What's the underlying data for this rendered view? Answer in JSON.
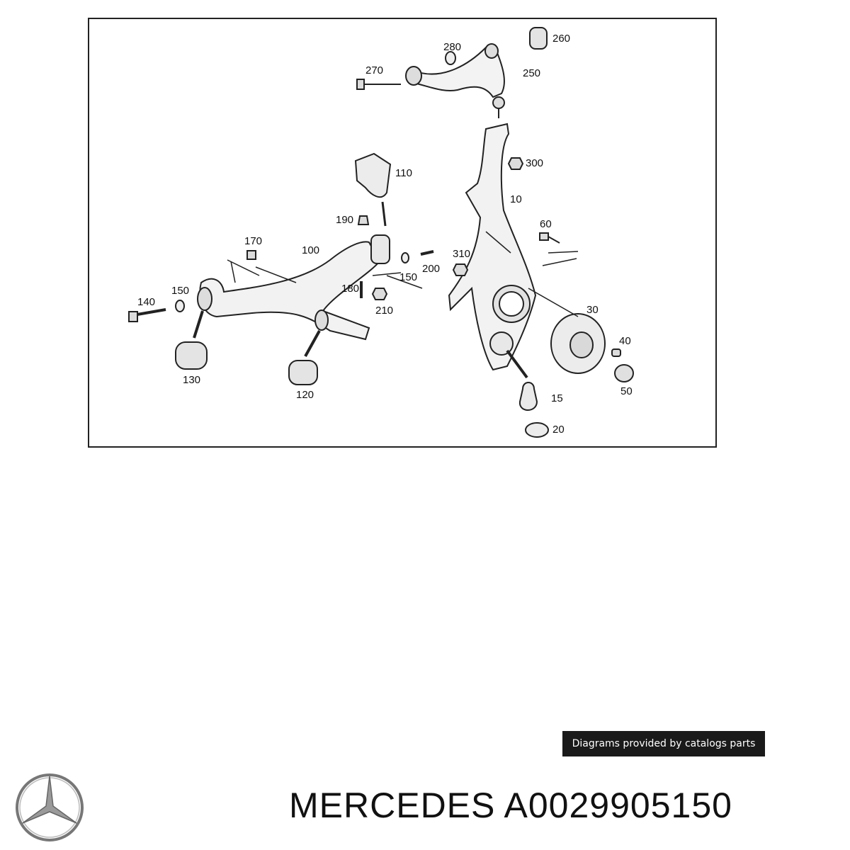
{
  "diagram": {
    "callouts": [
      "260",
      "280",
      "270",
      "250",
      "300",
      "110",
      "10",
      "190",
      "60",
      "170",
      "100",
      "310",
      "150",
      "200",
      "150",
      "140",
      "180",
      "210",
      "30",
      "40",
      "130",
      "120",
      "50",
      "15",
      "20"
    ]
  },
  "credit": "Diagrams provided by catalogs parts",
  "brand": "MERCEDES",
  "part_number": "A0029905150",
  "logo": "mercedes-star-logo"
}
